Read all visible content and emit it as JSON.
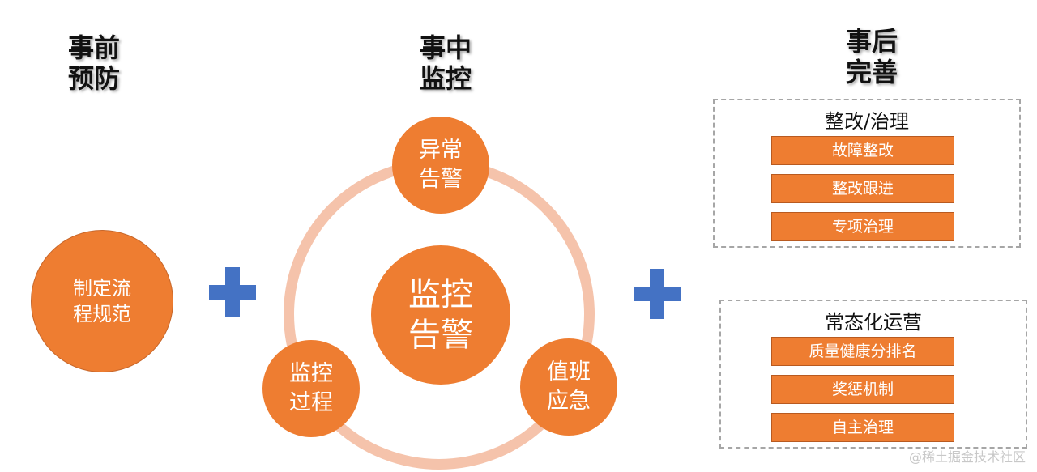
{
  "before": {
    "heading_line1": "事前",
    "heading_line2": "预防",
    "circle_line1": "制定流",
    "circle_line2": "程规范"
  },
  "during": {
    "heading_line1": "事中",
    "heading_line2": "监控",
    "center_line1": "监控",
    "center_line2": "告警",
    "top_line1": "异常",
    "top_line2": "告警",
    "left_line1": "监控",
    "left_line2": "过程",
    "right_line1": "值班",
    "right_line2": "应急"
  },
  "after": {
    "heading_line1": "事后",
    "heading_line2": "完善",
    "group1": {
      "title": "整改/治理",
      "items": [
        "故障整改",
        "整改跟进",
        "专项治理"
      ]
    },
    "group2": {
      "title": "常态化运营",
      "items": [
        "质量健康分排名",
        "奖惩机制",
        "自主治理"
      ]
    }
  },
  "watermark": "@稀土掘金技术社区",
  "colors": {
    "orange": "#ee7d31",
    "ring": "#f5c3ab",
    "plus": "#4472c4",
    "dashed": "#a6a6a6"
  }
}
